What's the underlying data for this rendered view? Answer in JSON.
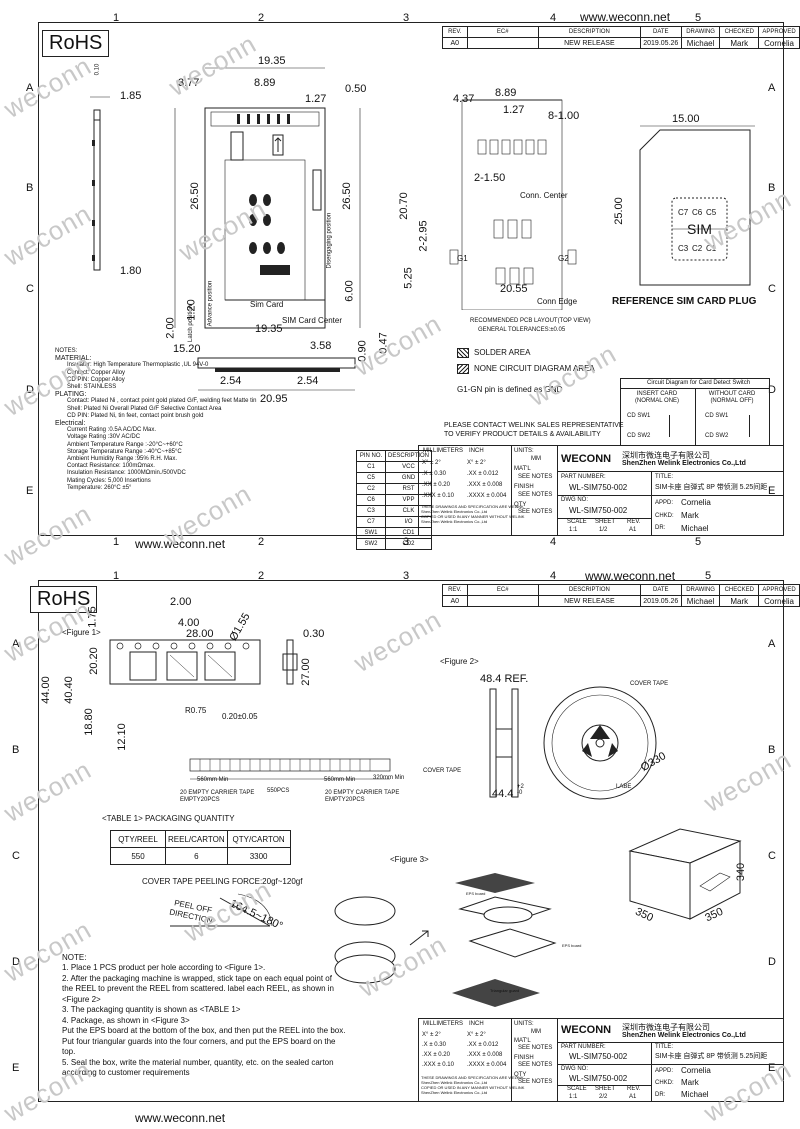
{
  "common": {
    "rohs": "RoHS",
    "url": "www.weconn.net",
    "watermark": "weconn",
    "col_numbers": [
      "1",
      "2",
      "3",
      "4",
      "5"
    ],
    "row_letters": [
      "A",
      "B",
      "C",
      "D",
      "E"
    ],
    "rev_headers": [
      "REV.",
      "EC#",
      "DESCRIPTION",
      "DATE",
      "DRAWING",
      "CHECKED",
      "APPROVED"
    ],
    "rev_row": [
      "A0",
      "",
      "NEW RELEASE",
      "2019.05.26",
      "Michael",
      "Mark",
      "Cornelia"
    ]
  },
  "sheet1": {
    "dims": {
      "d185": "1.85",
      "d010": "0.10",
      "d180": "1.80",
      "d1935": "19.35",
      "d377": "3.77",
      "d889": "8.89",
      "d127": "1.27",
      "d050": "0.50",
      "d2650a": "26.50",
      "d2650b": "26.50",
      "d600": "6.00",
      "dis_pos": "Disengaging position",
      "sim_card": "Sim Card",
      "sim_center": "SIM Card Center",
      "d200": "2.00",
      "latch": "Latch position",
      "d120": "1.20",
      "adv": "Advance position",
      "d1935b": "19.35",
      "d1520": "15.20",
      "d358": "3.58",
      "d090": "0.90",
      "d047": "0.47",
      "d254a": "2.54",
      "d254b": "2.54",
      "d2095": "20.95"
    },
    "pcb": {
      "d437": "4.37",
      "d889": "8.89",
      "d127": "1.27",
      "d81": "8-1.00",
      "d2070": "20.70",
      "d2150": "2-1.50",
      "conn_center": "Conn. Center",
      "d2295": "2-2.95",
      "g1": "G1",
      "g2": "G2",
      "d525": "5.25",
      "d2055": "20.55",
      "conn_edge": "Conn Edge",
      "pcb_label": "RECOMMENDED PCB LAYOUT(TOP VIEW)",
      "tol": "GENERAL TOLERANCES:±0.05",
      "solder": "SOLDER AREA",
      "none_circuit": "NONE CIRCUIT DIAGRAM AREA",
      "gnd_note": "G1-GN pin is defined as GND"
    },
    "plug": {
      "d1500": "15.00",
      "d2500": "25.00",
      "sim": "SIM",
      "contacts_top": [
        "C7",
        "C6",
        "C5"
      ],
      "contacts_bot": [
        "C3",
        "C2",
        "C1"
      ],
      "title": "REFERENCE SIM CARD PLUG"
    },
    "notes": {
      "title": "NOTES:",
      "lines": [
        "MATERIAL:",
        "Insulator: High Temperature Thermoplastic ,UL 94V-0",
        "Contact: Copper Alloy",
        "CD PIN: Copper Alloy",
        "Shell: STAINLESS",
        "PLATING:",
        "Contact: Plated Ni , contact point gold plated G/F, welding feet Matte tin",
        "Shell: Plated Ni Overall Plated G/F Selective Contact Area",
        "CD PIN: Plated Ni, tin feet, contact point brush gold",
        "Electrical:",
        "Current Rating :0.5A AC/DC Max.",
        "Voltage Rating :30V AC/DC",
        "Ambient Temperature Range :-20°C~+60°C",
        "Storage Temperature Range :-40°C~+85°C",
        "Ambient Humidity Range :95% R.H. Max.",
        "Contact Resistance: 100mΩmax.",
        "Insulation Resistance: 1000MΩmin./500VDC",
        "Mating Cycles: 5,000 Insertions",
        "Temperature: 260°C ±5°"
      ]
    },
    "circuit": {
      "title": "Circuit Diagram for Card Detect Switch",
      "insert": "INSERT CARD (NORMAL ONE)",
      "without": "WITHOUT CARD (NORMAL OFF)",
      "sw1": "CD SW1",
      "sw2": "CD SW2"
    },
    "contact_note": "PLEASE CONTACT WELINK SALES REPRESENTATIVE\nTO VERIFY PRODUCT DETAILS & AVAILABILITY",
    "pins": {
      "header": [
        "PIN NO.",
        "DESCRIPTION"
      ],
      "rows": [
        [
          "C1",
          "VCC"
        ],
        [
          "C5",
          "GND"
        ],
        [
          "C2",
          "RST"
        ],
        [
          "C6",
          "VPP"
        ],
        [
          "C3",
          "CLK"
        ],
        [
          "C7",
          "I/O"
        ],
        [
          "SW1",
          "CD1"
        ],
        [
          "SW2",
          "CD2"
        ]
      ]
    },
    "title_block": {
      "mm": "MILLIMETERS",
      "inch": "INCH",
      "units": "UNITS:",
      "mm2": "MM",
      "tol": [
        [
          "X°  ±  2°",
          "X°  ±  2°"
        ],
        [
          ".X  ±  0.30",
          ".XX  ±  0.012"
        ],
        [
          ".XX  ±  0.20",
          ".XXX  ±  0.008"
        ],
        [
          ".XXX ±  0.10",
          ".XXXX ±  0.004"
        ]
      ],
      "mat": "MAT'L",
      "see1": "SEE NOTES",
      "finish": "FINISH",
      "see2": "SEE NOTES",
      "qty": "QTY",
      "see3": "SEE NOTES",
      "legal": "THESE DRAWINGS AND SPECIFICATION ARE WELINK\nShenZhen Welink Electronics Co.,Ltd\nCOPIED OR USED IN ANY MANNER WITHOUT WELINK\nShenZhen Welink Electronics Co.,Ltd",
      "company_cn": "深圳市微连电子有限公司",
      "company_en": "ShenZhen Welink Electronics Co.,Ltd",
      "brand": "WECONN",
      "part_no_label": "PART NUMBER:",
      "part_no": "WL-SIM750-002",
      "title_label": "TITLE:",
      "title": "SIM卡座 自弹式 8P 带侦测 5.25间距",
      "dwg_label": "DWG NO:",
      "dwg": "WL-SIM750-002",
      "appd_label": "APPD:",
      "appd": "Cornelia",
      "chkd_label": "CHKD:",
      "chkd": "Mark",
      "dr_label": "DR:",
      "dr": "Michael",
      "scale_label": "SCALE",
      "sheet_label": "SHEET",
      "rev_label": "REV.",
      "scale": "1:1",
      "sheet": "1/2",
      "rev": "A1"
    }
  },
  "sheet2": {
    "fig1": {
      "label": "<Figure 1>",
      "d200": "2.00",
      "d175": "1.75",
      "d400": "4.00",
      "d2800": "28.00",
      "d155": "Ø1.55",
      "d030": "0.30",
      "d4400": "44.00",
      "d4040": "40.40",
      "d2020": "20.20",
      "d1880": "18.80",
      "d1210": "12.10",
      "d2700": "27.00",
      "r075": "R0.75",
      "d020": "0.20±0.05",
      "min1": "560mm Min",
      "pcs": "550PCS",
      "min2": "560mm Min",
      "min3": "320mm Min",
      "empty1": "20 EMPTY CARRIER TAPE\nEMPTY20PCS",
      "empty2": "20 EMPTY CARRIER TAPE\nEMPTY20PCS",
      "cover": "COVER TAPE"
    },
    "fig2": {
      "label": "<Figure 2>",
      "ref": "48.4 REF.",
      "cover": "COVER TAPE",
      "d330": "Ø330",
      "d444": "44.4",
      "tol": "+2\n-0",
      "lable": "LABE"
    },
    "pack": {
      "title": "<TABLE 1> PACKAGING QUANTITY",
      "headers": [
        "QTY/REEL",
        "REEL/CARTON",
        "QTY/CARTON"
      ],
      "row": [
        "550",
        "6",
        "3300"
      ],
      "peel": "COVER TAPE PEELING FORCE:20gf~120gf",
      "peel_dir": "PEEL OFF\nDIRECTION",
      "angle": "164.5~180°"
    },
    "fig3": {
      "label": "<Figure 3>",
      "eps": "EPS board",
      "eps2": "EPS board",
      "guard": "Triangular guard",
      "d340": "340",
      "d350a": "350",
      "d350b": "350"
    },
    "note": {
      "title": "NOTE:",
      "lines": [
        "1. Place 1 PCS product per hole according to <Figure 1>.",
        "2. After the packaging machine is wrapped, stick tape on each equal point of",
        "the REEL to prevent the REEL from scattered. label each REEL, as shown in",
        "<Figure 2>",
        "3. The packaging quantity is shown as <TABLE 1>",
        "4. Package, as shown in <Figure 3>",
        "Put the EPS board at the bottom of the box, and then put the REEL into the box.",
        "Put four triangular guards into the four corners, and put the EPS board on the",
        "top.",
        "5. Seal the box, write the material number, quantity, etc. on the sealed carton",
        "according to customer requirements"
      ]
    },
    "title_block": {
      "sheet": "2/2"
    }
  }
}
